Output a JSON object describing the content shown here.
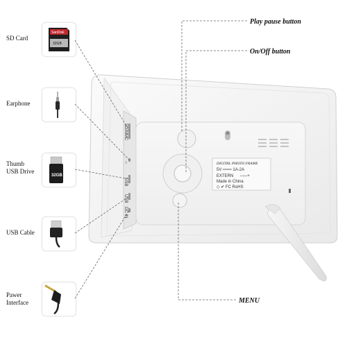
{
  "labels": {
    "sd_card": "SD Card",
    "earphone": "Earphone",
    "thumb_line1": "Thumb",
    "thumb_line2": "USB Drive",
    "usb_cable": "USB Cable",
    "power_line1": "Pawer",
    "power_line2": "Interface",
    "play_pause": "Play pause button",
    "on_off": "On/Off button",
    "menu": "MENU"
  },
  "side_ports": {
    "sd": "SD/MMC",
    "earphone": "∩",
    "usb": "USB",
    "usb2": "USB",
    "dc": "DC IN"
  },
  "plate": {
    "title": "DIGITAL PHOTO FRAME",
    "voltage": "5V ═══ 1A-2A",
    "extern": "EXTERN",
    "polarity": "–○–+",
    "origin": "Made in China",
    "marks": "◇ ✔ FC RoHS"
  },
  "icons": {
    "sd_card_text": "SanDisk",
    "sd_capacity": "32GB",
    "usb_drive_text": "32GB"
  },
  "colors": {
    "frame": "#f4f4f4",
    "frame_edge": "#d8d8d8",
    "leader": "#666666"
  }
}
